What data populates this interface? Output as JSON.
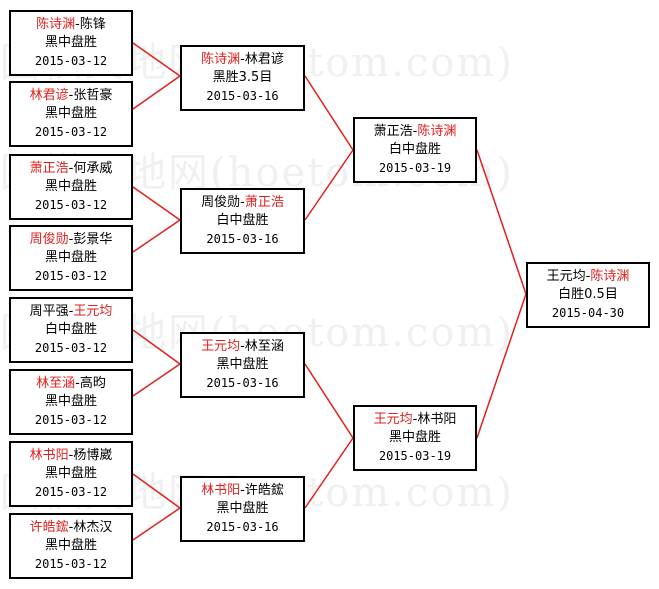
{
  "watermark": "围棋天地网(hoetom.com)",
  "colors": {
    "winner": "#e0201e",
    "line": "#e0201e",
    "border": "#000000"
  },
  "rounds": {
    "round1": [
      {
        "p1": "陈诗渊",
        "p2": "陈锋",
        "winner": 1,
        "result": "黑中盘胜",
        "date": "2015-03-12"
      },
      {
        "p1": "林君谚",
        "p2": "张哲豪",
        "winner": 1,
        "result": "黑中盘胜",
        "date": "2015-03-12"
      },
      {
        "p1": "萧正浩",
        "p2": "何承威",
        "winner": 1,
        "result": "黑中盘胜",
        "date": "2015-03-12"
      },
      {
        "p1": "周俊勋",
        "p2": "彭景华",
        "winner": 1,
        "result": "黑中盘胜",
        "date": "2015-03-12"
      },
      {
        "p1": "周平强",
        "p2": "王元均",
        "winner": 2,
        "result": "白中盘胜",
        "date": "2015-03-12"
      },
      {
        "p1": "林至涵",
        "p2": "高昀",
        "winner": 1,
        "result": "黑中盘胜",
        "date": "2015-03-12"
      },
      {
        "p1": "林书阳",
        "p2": "杨博崴",
        "winner": 1,
        "result": "黑中盘胜",
        "date": "2015-03-12"
      },
      {
        "p1": "许皓鋐",
        "p2": "林杰汉",
        "winner": 1,
        "result": "黑中盘胜",
        "date": "2015-03-12"
      }
    ],
    "round2": [
      {
        "p1": "陈诗渊",
        "p2": "林君谚",
        "winner": 1,
        "result": "黑胜3.5目",
        "date": "2015-03-16"
      },
      {
        "p1": "周俊勋",
        "p2": "萧正浩",
        "winner": 2,
        "result": "白中盘胜",
        "date": "2015-03-16"
      },
      {
        "p1": "王元均",
        "p2": "林至涵",
        "winner": 1,
        "result": "黑中盘胜",
        "date": "2015-03-16"
      },
      {
        "p1": "林书阳",
        "p2": "许皓鋐",
        "winner": 1,
        "result": "黑中盘胜",
        "date": "2015-03-16"
      }
    ],
    "semifinal": [
      {
        "p1": "萧正浩",
        "p2": "陈诗渊",
        "winner": 2,
        "result": "白中盘胜",
        "date": "2015-03-19"
      },
      {
        "p1": "王元均",
        "p2": "林书阳",
        "winner": 1,
        "result": "黑中盘胜",
        "date": "2015-03-19"
      }
    ],
    "final": [
      {
        "p1": "王元均",
        "p2": "陈诗渊",
        "winner": 2,
        "result": "白胜0.5目",
        "date": "2015-04-30"
      }
    ]
  }
}
